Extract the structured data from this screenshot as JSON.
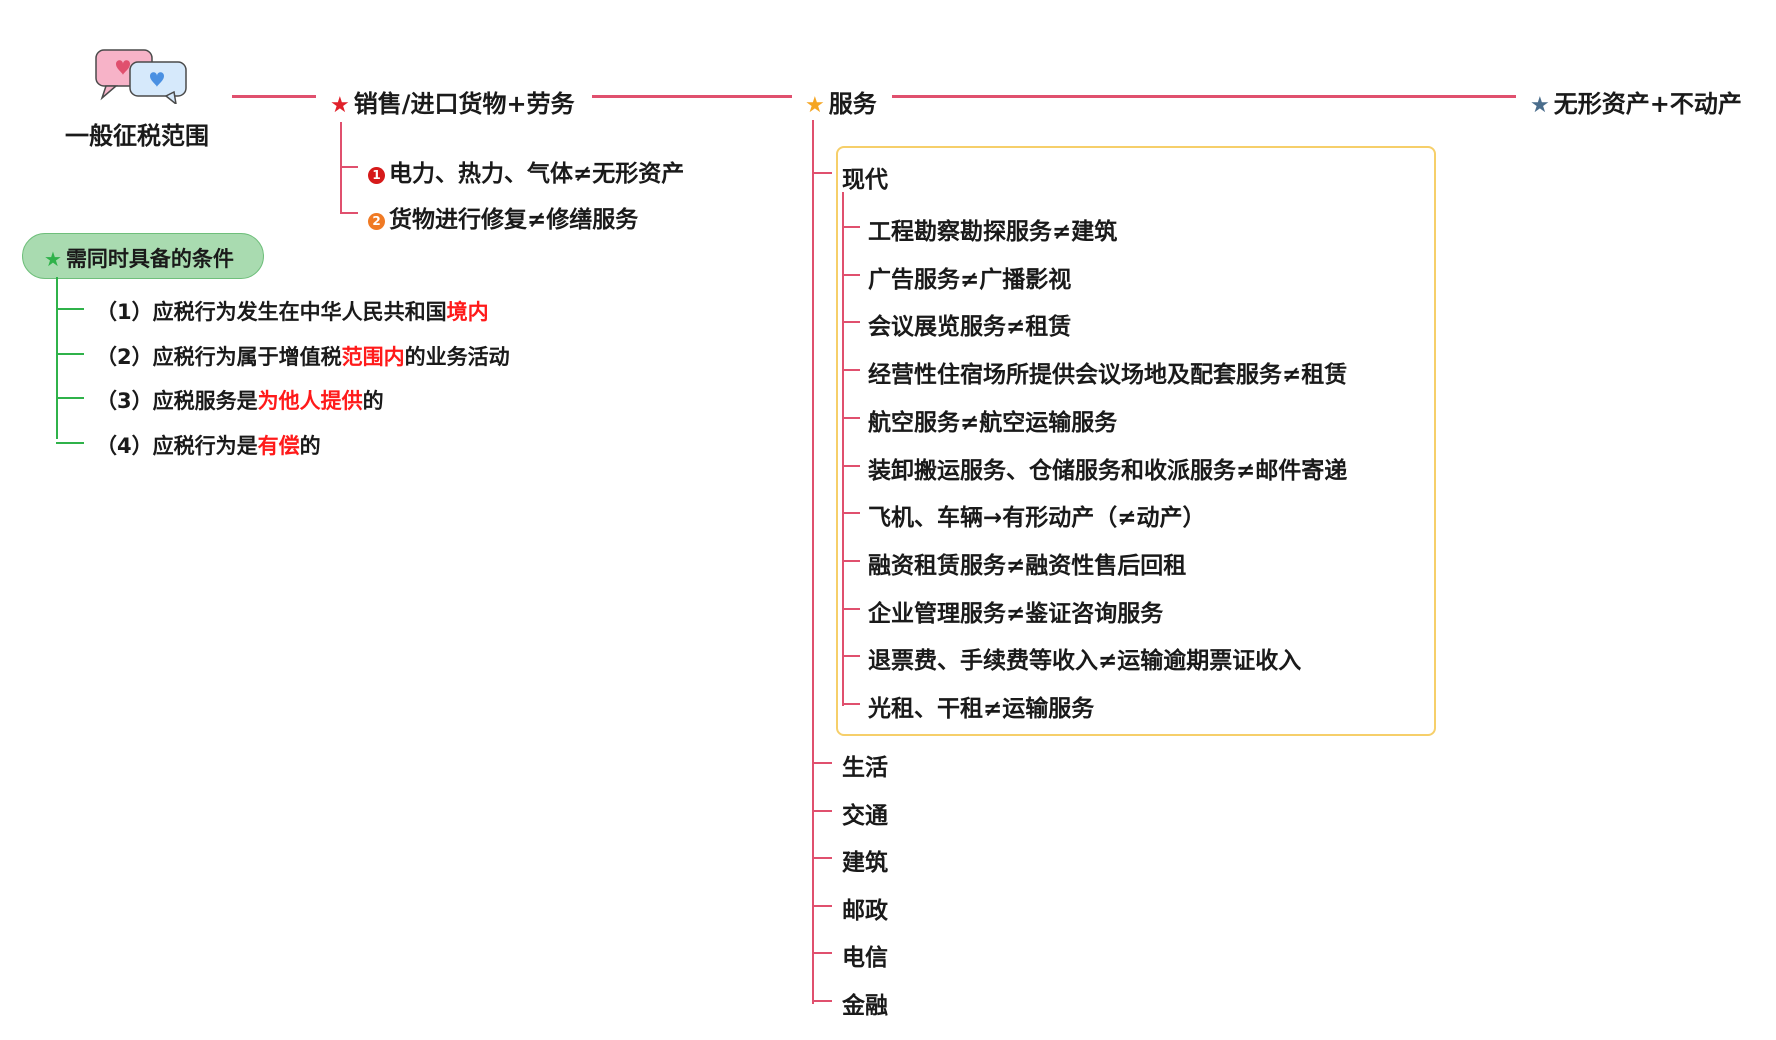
{
  "root": {
    "label": "一般征税范围",
    "icon": "chat-bubbles-icon"
  },
  "branches": {
    "sales": {
      "label": "销售/进口货物+劳务",
      "star_color": "#e0202a",
      "items": [
        {
          "label": "电力、热力、气体≠无形资产",
          "badge": "1",
          "badge_color": "#d61a1a"
        },
        {
          "label": "货物进行修复≠修缮服务",
          "badge": "2",
          "badge_color": "#f07a24"
        }
      ]
    },
    "services": {
      "label": "服务",
      "star_color": "#f5a623",
      "modern": {
        "label": "现代",
        "items": [
          "工程勘察勘探服务≠建筑",
          "广告服务≠广播影视",
          "会议展览服务≠租赁",
          "经营性住宿场所提供会议场地及配套服务≠租赁",
          "航空服务≠航空运输服务",
          "装卸搬运服务、仓储服务和收派服务≠邮件寄递",
          "飞机、车辆→有形动产（≠动产）",
          "融资租赁服务≠融资性售后回租",
          "企业管理服务≠鉴证咨询服务",
          "退票费、手续费等收入≠运输逾期票证收入",
          "光租、干租≠运输服务"
        ]
      },
      "others": [
        "生活",
        "交通",
        "建筑",
        "邮政",
        "电信",
        "金融"
      ]
    },
    "intangible": {
      "label": "无形资产+不动产",
      "star_color": "#4a6d8c"
    }
  },
  "conditions": {
    "title": "需同时具备的条件",
    "star_color": "#2fb24a",
    "items": [
      {
        "prefix": "（1）应税行为发生在中华人民共和国",
        "highlight": "境内",
        "suffix": ""
      },
      {
        "prefix": "（2）应税行为属于增值税",
        "highlight": "范围内",
        "suffix": "的业务活动"
      },
      {
        "prefix": "（3）应税服务是",
        "highlight": "为他人提供",
        "suffix": "的"
      },
      {
        "prefix": "（4）应税行为是",
        "highlight": "有偿",
        "suffix": "的"
      }
    ]
  }
}
